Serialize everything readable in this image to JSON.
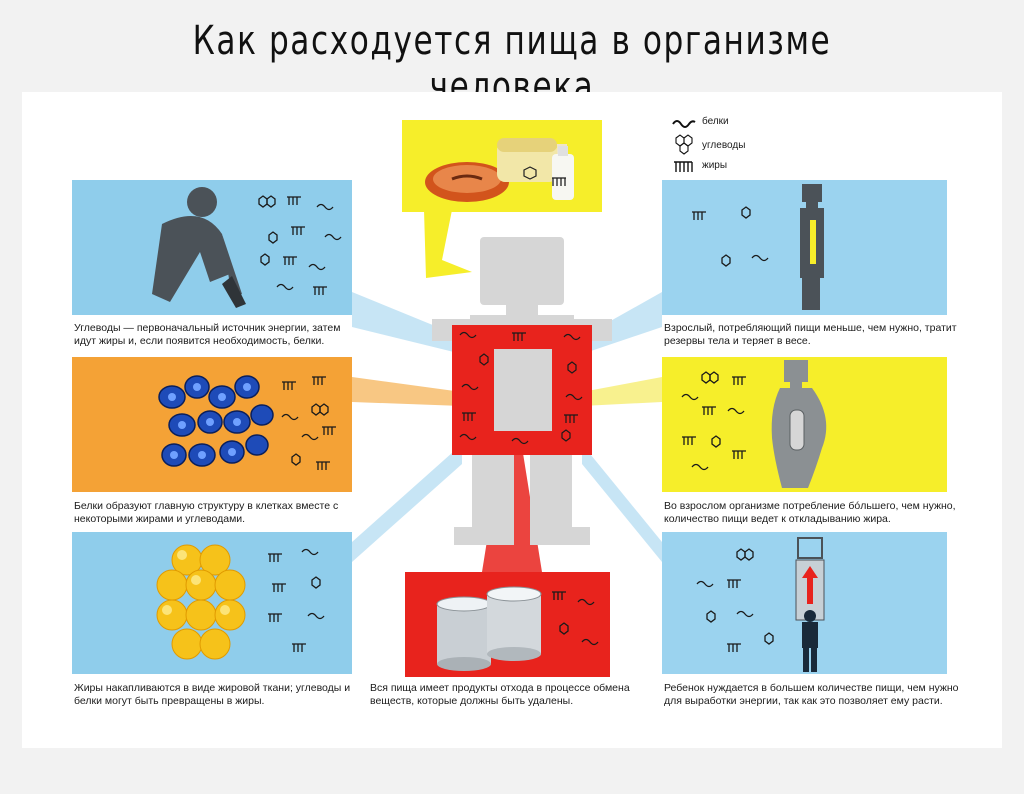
{
  "title": "Как расходуется пища в организме человека",
  "legend": {
    "proteins": "белки",
    "carbs": "углеводы",
    "fats": "жиры"
  },
  "captions": {
    "energy": "Углеводы — первоначальный источник энергии, затем идут жиры и, если появится необходимость, белки.",
    "structure": "Белки образуют главную структуру в клетках вместе с некоторыми жирами и углеводами.",
    "fat_storage": "Жиры накапливаются в виде жировой ткани; углеводы и белки могут быть превращены в жиры.",
    "waste": "Вся пища имеет продукты отхода в процессе обмена веществ, которые должны быть удалены.",
    "weight_loss": "Взрослый, потребляющий пищи меньше, чем нужно, тратит резервы тела и теряет в весе.",
    "fat_deposit": "Во взрослом организме потребление бóльшего, чем нужно, количество пищи ведет к откладыванию жира.",
    "growth": "Ребенок нуждается в большем количестве пищи, чем нужно для выработки энергии, так как это позволяет ему расти."
  },
  "colors": {
    "blue": "#8fcdeb",
    "orange": "#f4a236",
    "yellow": "#f6ee2a",
    "red": "#e8231d",
    "body": "#d6d6d6",
    "figure": "#4b5258"
  }
}
